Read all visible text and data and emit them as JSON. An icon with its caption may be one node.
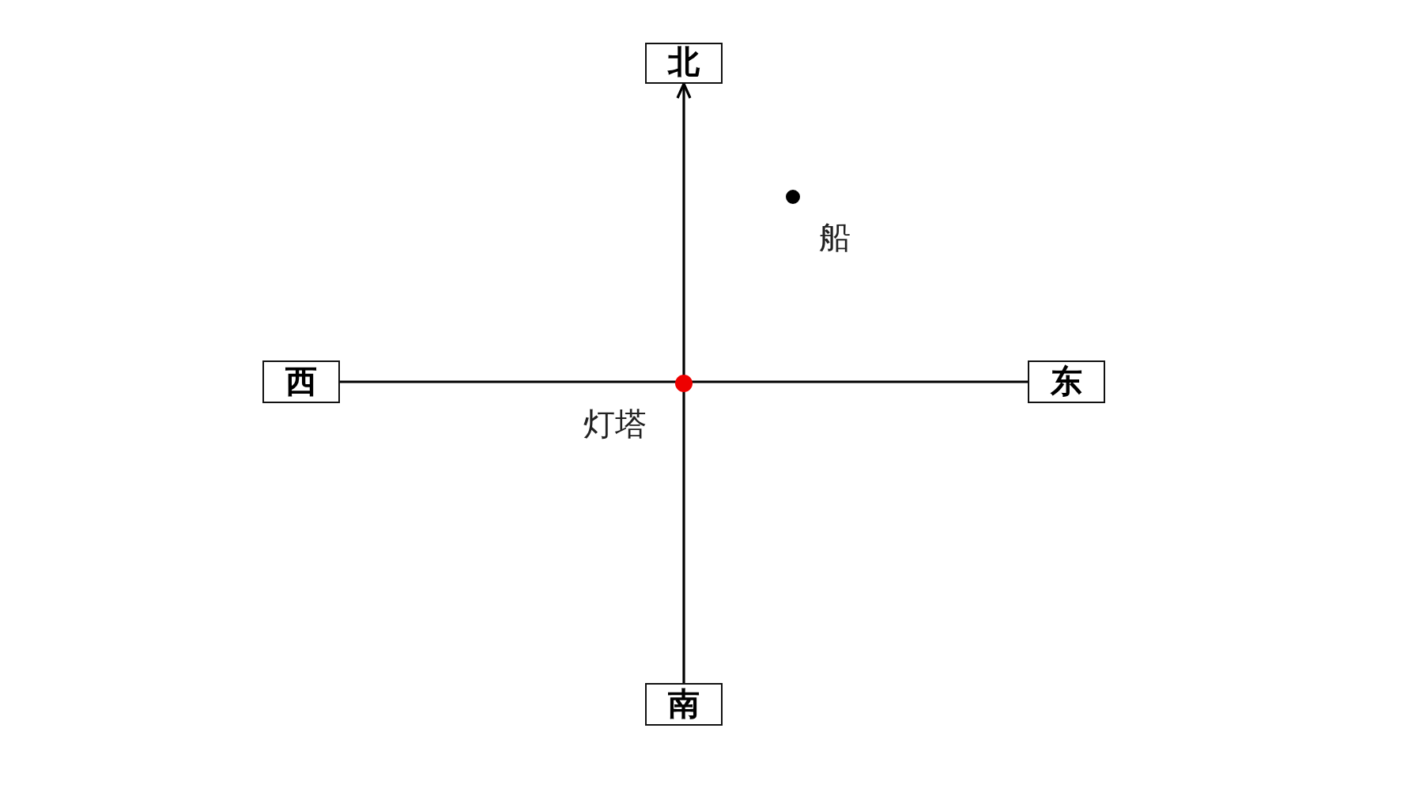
{
  "diagram": {
    "nodes": [
      {
        "text": [
          "北"
        ]
      },
      {
        "text": [],
        "shape": "circle",
        "beside": [
          "船"
        ]
      },
      {
        "text": [
          "西"
        ]
      },
      {
        "text": [],
        "shape": "circle",
        "beside": [
          "灯塔"
        ]
      },
      {
        "text": [
          "东"
        ]
      },
      {
        "text": [
          "南"
        ]
      }
    ],
    "edges": [
      {
        "from": 5,
        "to": 0,
        "arrow": "to"
      },
      {
        "from": 2,
        "to": 4,
        "arrow": "none"
      }
    ]
  }
}
